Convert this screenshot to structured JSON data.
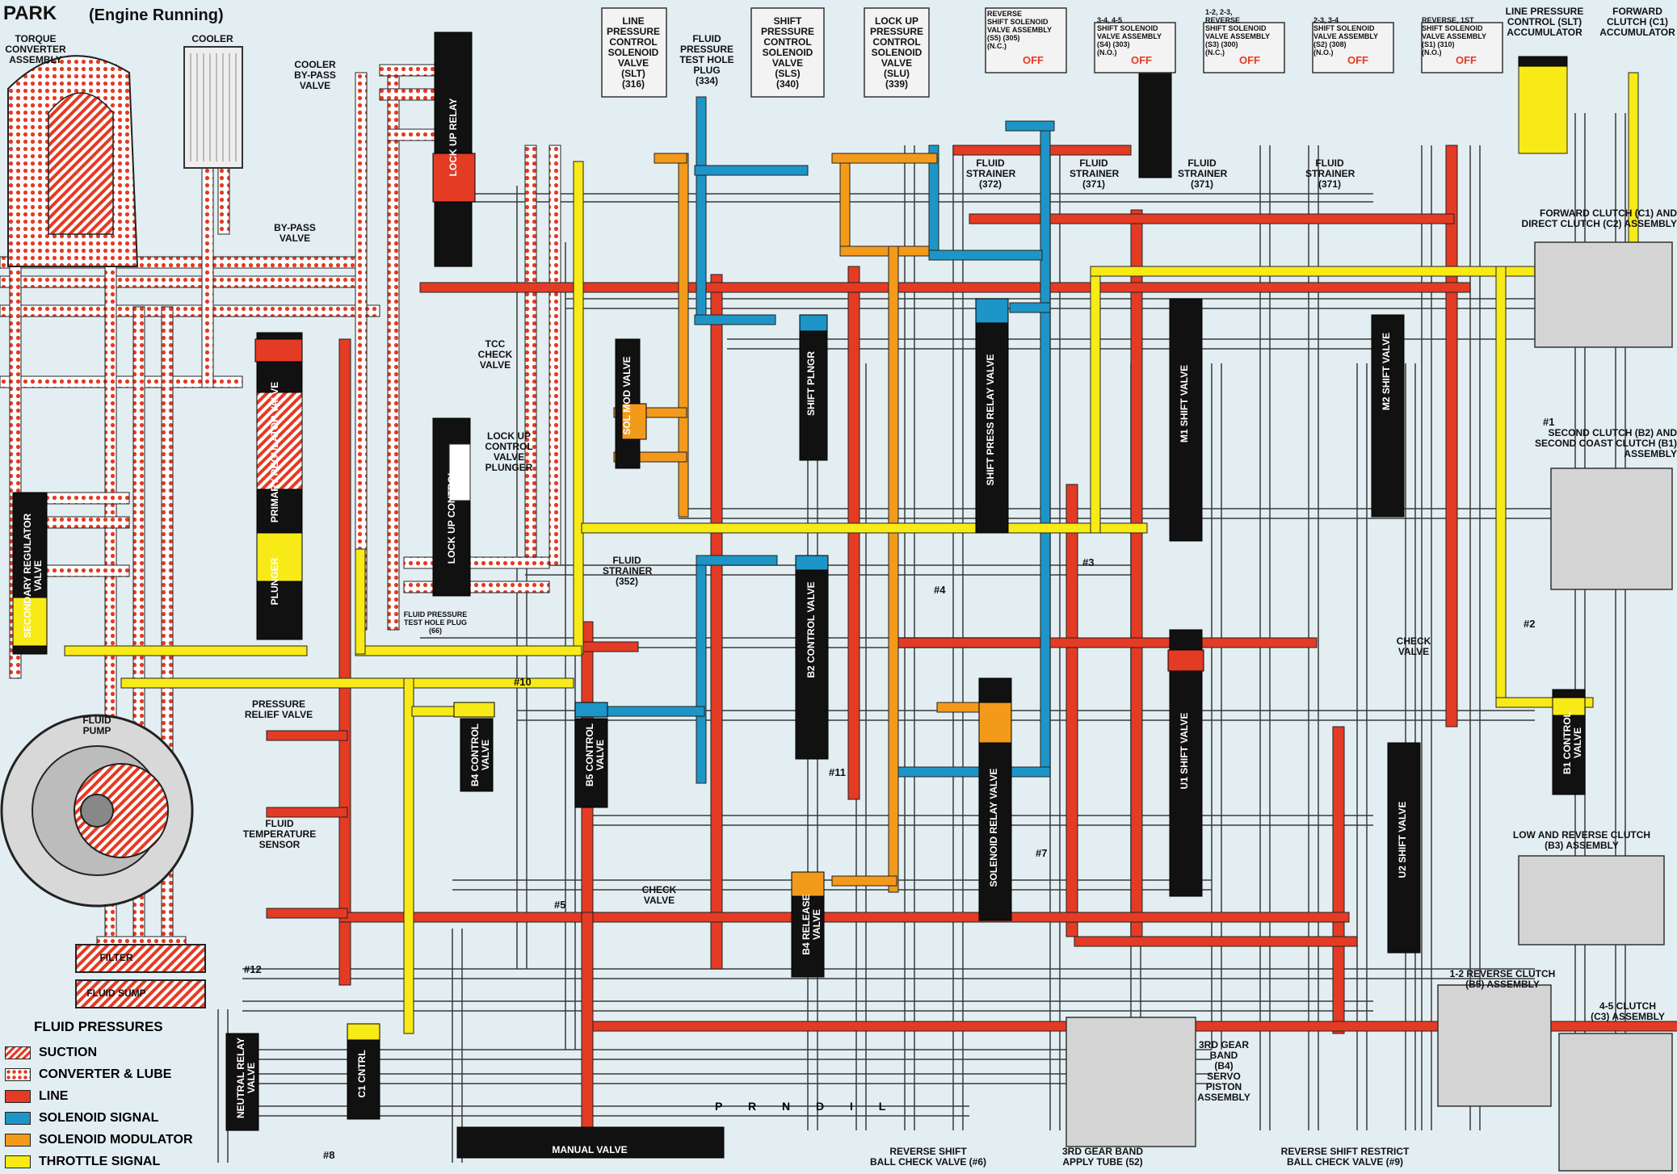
{
  "title": "PARK",
  "subtitle": "(Engine Running)",
  "legend": {
    "title": "FLUID PRESSURES",
    "items": [
      {
        "label": "SUCTION",
        "color": "#e43b24"
      },
      {
        "label": "CONVERTER & LUBE",
        "color": "#e43b24"
      },
      {
        "label": "LINE",
        "color": "#e43b24"
      },
      {
        "label": "SOLENOID SIGNAL",
        "color": "#1e95c7"
      },
      {
        "label": "SOLENOID MODULATOR",
        "color": "#f39a1b"
      },
      {
        "label": "THROTTLE SIGNAL",
        "color": "#f7ea17"
      }
    ]
  },
  "colors": {
    "background": "#e3eef2",
    "line": "#e43b24",
    "solenoid_signal": "#1e95c7",
    "solenoid_modulator": "#f39a1b",
    "throttle_signal": "#f7ea17",
    "valve_body": "#111111"
  },
  "selector": "P R N D I L",
  "components": {
    "torque_converter": "TORQUE\nCONVERTER\nASSEMBLY",
    "cooler": "COOLER",
    "cooler_bypass": "COOLER\nBY-PASS\nVALVE",
    "bypass_valve": "BY-PASS\nVALVE",
    "lockup_relay": "LOCK UP RELAY",
    "lockup_control_top": "CONTROL",
    "tcc_check": "TCC\nCHECK\nVALVE",
    "lockup_plunger": "LOCK UP\nCONTROL\nVALVE\nPLUNGER",
    "lockup_control": "LOCK UP CONTROL",
    "primary_reg": "PRIMARY REGULATOR VALVE",
    "plunger": "PLUNGER",
    "secondary_reg": "SECONDARY REGULATOR VALVE",
    "fluid_pump": "FLUID\nPUMP",
    "pressure_relief": "PRESSURE\nRELIEF VALVE",
    "fluid_temp": "FLUID\nTEMPERATURE\nSENSOR",
    "filter": "FILTER",
    "fluid_sump": "FLUID SUMP",
    "slt": "LINE\nPRESSURE\nCONTROL\nSOLENOID\nVALVE\n(SLT)\n(316)",
    "test_plug_334": "FLUID\nPRESSURE\nTEST HOLE\nPLUG\n(334)",
    "sls": "SHIFT\nPRESSURE\nCONTROL\nSOLENOID\nVALVE\n(SLS)\n(340)",
    "slu": "LOCK UP\nPRESSURE\nCONTROL\nSOLENOID\nVALVE\n(SLU)\n(339)",
    "s5": "REVERSE\nSHIFT SOLENOID\nVALVE ASSEMBLY\n(S5) (305)\n(N.C.)",
    "s4": "3-4, 4-5\nSHIFT SOLENOID\nVALVE ASSEMBLY\n(S4) (303)\n(N.O.)",
    "s3": "1-2, 2-3,\nREVERSE\nSHIFT SOLENOID\nVALVE ASSEMBLY\n(S3) (300)\n(N.C.)",
    "s2": "2-3, 3-4\nSHIFT SOLENOID\nVALVE ASSEMBLY\n(S2) (308)\n(N.O.)",
    "s1": "REVERSE, 1ST\nSHIFT SOLENOID\nVALVE ASSEMBLY\n(S1) (310)\n(N.O.)",
    "off": "OFF",
    "slt_accumulator": "LINE PRESSURE\nCONTROL (SLT)\nACCUMULATOR",
    "c1_accumulator": "FORWARD\nCLUTCH (C1)\nACCUMULATOR",
    "strainer_372": "FLUID\nSTRAINER\n(372)",
    "strainer_371a": "FLUID\nSTRAINER\n(371)",
    "strainer_371b": "FLUID\nSTRAINER\n(371)",
    "strainer_371c": "FLUID\nSTRAINER\n(371)",
    "strainer_352": "FLUID\nSTRAINER\n(352)",
    "test_plug_66": "FLUID PRESSURE\nTEST HOLE PLUG\n(66)",
    "sol_mod": "SOL MOD VALVE",
    "shift_plngr": "SHIFT PLNGR",
    "shift_press_relay": "SHIFT PRESS RELAY VALVE",
    "m1_shift": "M1 SHIFT VALVE",
    "m2_shift": "M2 SHIFT VALVE",
    "u1_shift": "U1 SHIFT VALVE",
    "u2_shift": "U2 SHIFT VALVE",
    "b2_control": "B2 CONTROL VALVE",
    "b4_control": "B4 CONTROL VALVE",
    "b5_control": "B5 CONTROL VALVE",
    "b4_release": "B4 RELEASE VALVE",
    "solenoid_relay": "SOLENOID RELAY VALVE",
    "b1_control": "B1 CONTROL VALVE",
    "c1_control": "C1 CNTRL",
    "neutral_relay": "NEUTRAL RELAY VALVE",
    "manual_valve": "MANUAL VALVE",
    "check_valve_a": "CHECK\nVALVE",
    "check_valve_b": "CHECK\nVALVE",
    "c1c2": "FORWARD CLUTCH (C1) AND\nDIRECT CLUTCH (C2) ASSEMBLY",
    "b2b1": "SECOND CLUTCH (B2) AND\nSECOND COAST CLUTCH (B1)\nASSEMBLY",
    "b3": "LOW AND REVERSE CLUTCH\n(B3) ASSEMBLY",
    "b5": "1-2 REVERSE CLUTCH\n(B5) ASSEMBLY",
    "c3": "4-5 CLUTCH\n(C3) ASSEMBLY",
    "b4_servo": "3RD GEAR\nBAND\n(B4)\nSERVO\nPISTON\nASSEMBLY",
    "apply_tube": "3RD GEAR BAND\nAPPLY TUBE (52)",
    "check6": "REVERSE SHIFT\nBALL CHECK VALVE (#6)",
    "check9": "REVERSE SHIFT RESTRICT\nBALL CHECK VALVE (#9)"
  },
  "markers": [
    "#1",
    "#2",
    "#3",
    "#4",
    "#5",
    "#7",
    "#8",
    "#10",
    "#11",
    "#12"
  ]
}
